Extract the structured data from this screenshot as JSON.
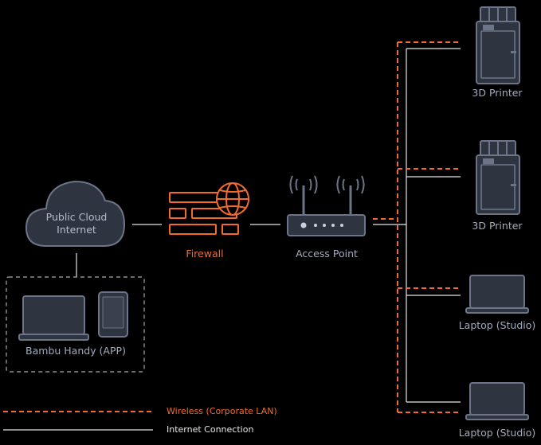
{
  "colors": {
    "background": "#000000",
    "device_fill": "#2f3441",
    "device_stroke": "#6c7588",
    "text_grey": "#a4abbc",
    "accent_orange": "#f26a2e",
    "wire_white": "#e6e6e6"
  },
  "nodes": {
    "cloud_line1": "Public Cloud",
    "cloud_line2": "Internet",
    "firewall": "Firewall",
    "access_point": "Access Point",
    "handy": "Bambu Handy (APP)",
    "printer_1": "3D Printer",
    "printer_2": "3D Printer",
    "laptop_1": "Laptop (Studio)",
    "laptop_2": "Laptop (Studio)"
  },
  "legend": {
    "wireless": "Wireless (Corporate LAN)",
    "internet": "Internet Connection"
  },
  "icons": [
    "cloud-icon",
    "firewall-icon",
    "globe-icon",
    "router-icon",
    "printer-icon",
    "laptop-icon",
    "tablet-icon"
  ]
}
